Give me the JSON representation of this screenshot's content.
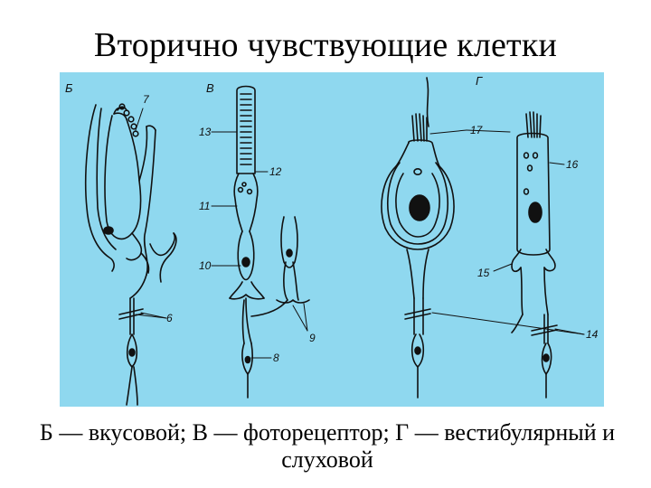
{
  "title": "Вторично чувствующие клетки",
  "caption": {
    "line1": "Б — вкусовой; В — фоторецептор; Г — вестибулярный и",
    "line2": "слуховой"
  },
  "figure": {
    "background_color": "#8fd8ef",
    "panels": [
      "Б",
      "В",
      "Г"
    ],
    "labels": {
      "n6": "6",
      "n7": "7",
      "n8": "8",
      "n9": "9",
      "n10": "10",
      "n11": "11",
      "n12": "12",
      "n13": "13",
      "n14": "14",
      "n15": "15",
      "n16": "16",
      "n17": "17"
    }
  }
}
